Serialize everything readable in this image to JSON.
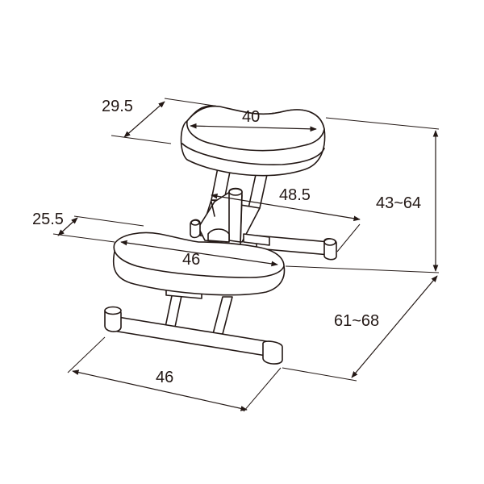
{
  "diagram": {
    "dimensions": {
      "seat_depth": "29.5",
      "seat_width": "40",
      "seat_depth_rear": "48.5",
      "seat_height": "43~64",
      "knee_pad_depth": "25.5",
      "knee_pad_width": "46",
      "base_width": "46",
      "base_depth": "61~68"
    }
  }
}
